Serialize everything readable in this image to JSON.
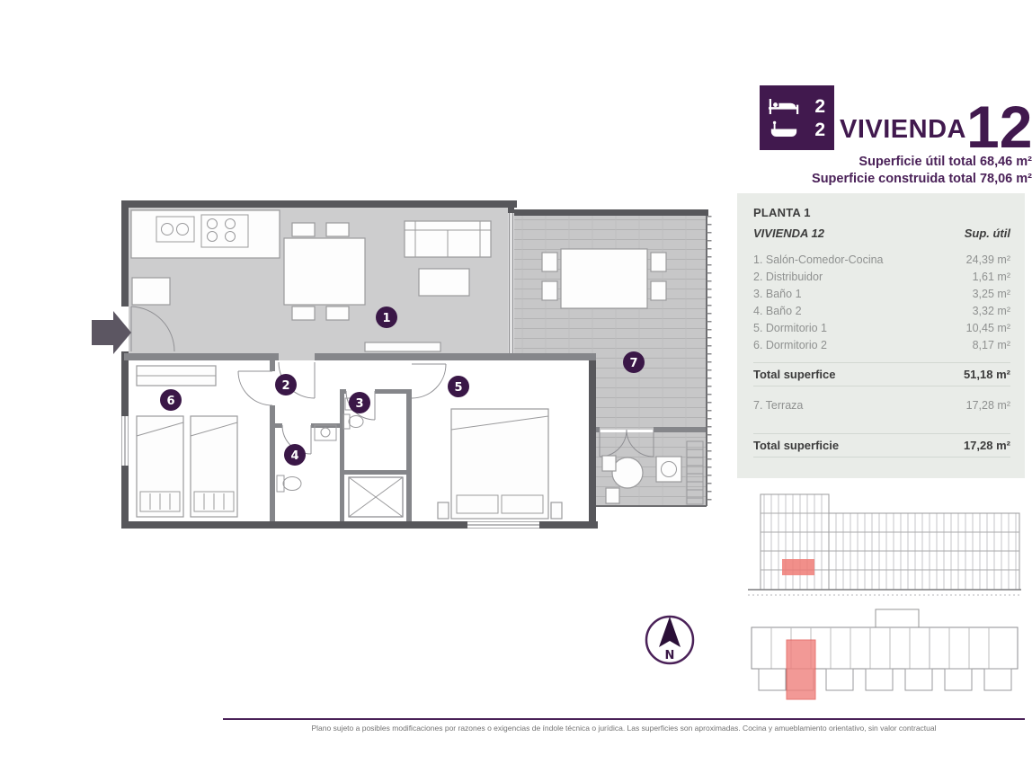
{
  "header": {
    "title": "VIVIENDA",
    "number": "12",
    "bedrooms": "2",
    "bathrooms": "2",
    "superficie_util": "Superficie útil total 68,46 m²",
    "superficie_construida": "Superficie construida total 78,06 m²"
  },
  "table": {
    "planta": "PLANTA 1",
    "vivienda": "VIVIENDA 12",
    "sup_util": "Sup. útil",
    "rooms": [
      {
        "label": "1. Salón-Comedor-Cocina",
        "value": "24,39 m²"
      },
      {
        "label": "2. Distribuidor",
        "value": "1,61 m²"
      },
      {
        "label": "3. Baño 1",
        "value": "3,25 m²"
      },
      {
        "label": "4. Baño 2",
        "value": "3,32 m²"
      },
      {
        "label": "5. Dormitorio 1",
        "value": "10,45 m²"
      },
      {
        "label": "6. Dormitorio 2",
        "value": "8,17 m²"
      }
    ],
    "total_interior_label": "Total superfice",
    "total_interior_value": "51,18 m²",
    "terraza_label": "7. Terraza",
    "terraza_value": "17,28 m²",
    "total_terraza_label": "Total superficie",
    "total_terraza_value": "17,28 m²"
  },
  "plan": {
    "room_numbers": [
      "1",
      "2",
      "3",
      "4",
      "5",
      "6",
      "7"
    ]
  },
  "compass": {
    "north": "N"
  },
  "footer": {
    "disclaimer": "Plano sujeto a posibles modificaciones por razones o exigencias de índole técnica o jurídica. Las superficies son aproximadas. Cocina y amueblamiento orientativo, sin valor contractual"
  },
  "icons": {
    "rooms_box": [
      "bed-icon",
      "bath-icon"
    ],
    "compass": "north-arrow-icon",
    "entry": "entry-arrow-icon"
  },
  "colors": {
    "brand_purple": "#41194e",
    "highlight_red": "#f0807c"
  }
}
